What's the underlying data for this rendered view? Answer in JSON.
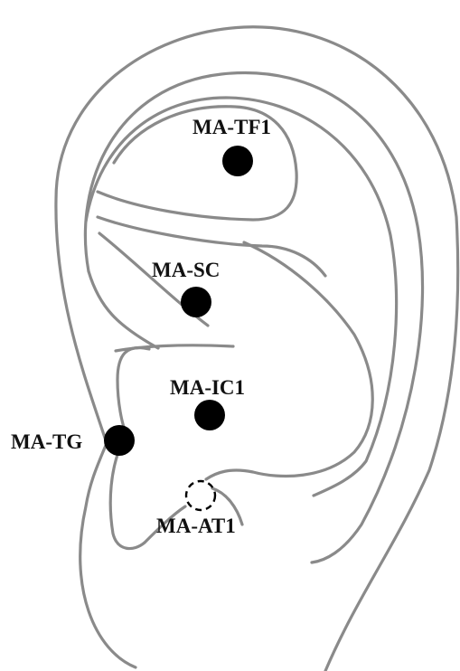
{
  "points": [
    {
      "id": "MA-TF1",
      "label": "MA-TF1",
      "style": "solid",
      "color": "#000000"
    },
    {
      "id": "MA-SC",
      "label": "MA-SC",
      "style": "solid",
      "color": "#000000"
    },
    {
      "id": "MA-IC1",
      "label": "MA-IC1",
      "style": "solid",
      "color": "#000000"
    },
    {
      "id": "MA-TG",
      "label": "MA-TG",
      "style": "solid",
      "color": "#000000"
    },
    {
      "id": "MA-AT1",
      "label": "MA-AT1",
      "style": "dashed",
      "color": "#000000"
    }
  ],
  "ear_outline_color": "#8a8a8a"
}
